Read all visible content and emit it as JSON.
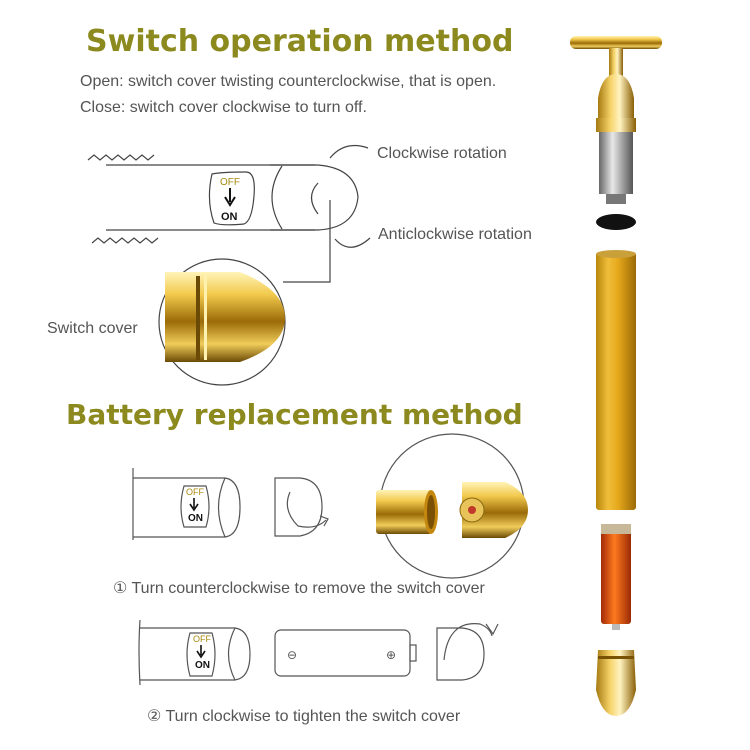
{
  "switch_section": {
    "title": "Switch operation method",
    "open_text": "Open: switch cover twisting counterclockwise, that is open.",
    "close_text": "Close: switch cover clockwise to turn off.",
    "clockwise_label": "Clockwise rotation",
    "anticlockwise_label": "Anticlockwise rotation",
    "switch_cover_label": "Switch cover",
    "off_label": "OFF",
    "on_label": "ON"
  },
  "battery_section": {
    "title": "Battery replacement method",
    "step1_number": "①",
    "step1_text": "Turn counterclockwise to remove the switch cover",
    "step2_number": "②",
    "step2_text": "Turn clockwise to tighten the switch cover",
    "off_label": "OFF",
    "on_label": "ON",
    "minus_symbol": "⊖",
    "plus_symbol": "⊕"
  },
  "colors": {
    "heading": "#8c8a1e",
    "gold": "#d9a21a",
    "line": "#444444",
    "text": "#555555"
  }
}
